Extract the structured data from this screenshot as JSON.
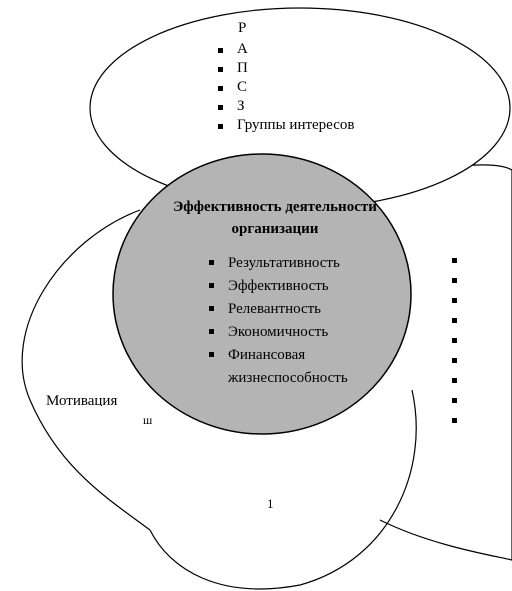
{
  "top_oval": {
    "title": "Р",
    "items": [
      "А",
      "П",
      "С",
      "З",
      "Группы интересов"
    ]
  },
  "center": {
    "title": "Эффективность деятельности организации",
    "items": [
      "Результативность",
      "Эффективность",
      "Релевантность",
      "Экономичность",
      "Финансовая жизнеспособность"
    ]
  },
  "left_oval": {
    "label": "Мотивация",
    "sublabel": "ш"
  },
  "bottom": {
    "label": "1"
  },
  "right_bullets": [
    "",
    "",
    "",
    "",
    "",
    "",
    "",
    "",
    ""
  ]
}
